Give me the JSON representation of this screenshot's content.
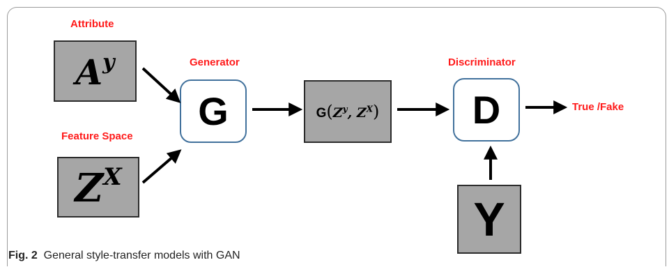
{
  "labels": {
    "attribute": "Attribute",
    "feature_space": "Feature Space",
    "generator": "Generator",
    "discriminator": "Discriminator",
    "output": "True /Fake"
  },
  "boxes": {
    "attr_base": "A",
    "attr_sup": "y",
    "feat_base": "Z",
    "feat_sup": "X",
    "gen_out_prefix": "G",
    "gen_out_open": "(",
    "gen_out_z1": "Z",
    "gen_out_z1_sup": "y",
    "gen_out_sep": ", ",
    "gen_out_z2": "Z",
    "gen_out_z2_sup": "X",
    "gen_out_close": ")",
    "real": "Y"
  },
  "nodes": {
    "generator": "G",
    "discriminator": "D"
  },
  "caption": {
    "fig_label": "Fig. 2",
    "text": "General style-transfer models with GAN"
  }
}
